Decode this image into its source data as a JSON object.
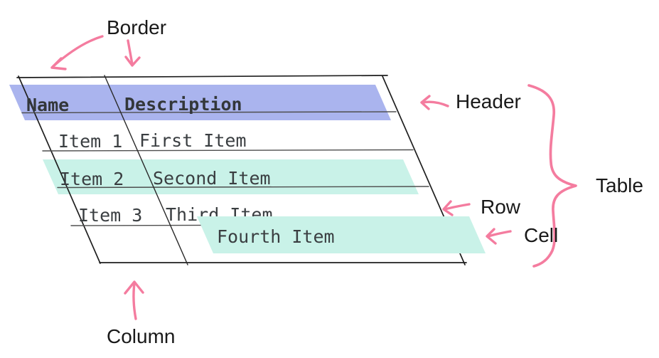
{
  "colors": {
    "background": "#ffffff",
    "header_highlight": "#aab4ee",
    "row_highlight": "#c9f2e8",
    "cell_highlight": "#c9f2e8",
    "annotation_pink": "#f47c9f",
    "outer_border": "#1f1f1f",
    "grid_line": "#4e4e4e",
    "table_text": "#3a3e41",
    "label_text": "#191919"
  },
  "table": {
    "columns": [
      "Name",
      "Description"
    ],
    "rows": [
      {
        "name": "Item 1",
        "description": "First Item"
      },
      {
        "name": "Item 2",
        "description": "Second Item"
      },
      {
        "name": "Item 3",
        "description": "Third Item"
      },
      {
        "name": "",
        "description": "Fourth Item"
      }
    ]
  },
  "labels": {
    "border": "Border",
    "header": "Header",
    "table": "Table",
    "row": "Row",
    "cell": "Cell",
    "column": "Column"
  }
}
